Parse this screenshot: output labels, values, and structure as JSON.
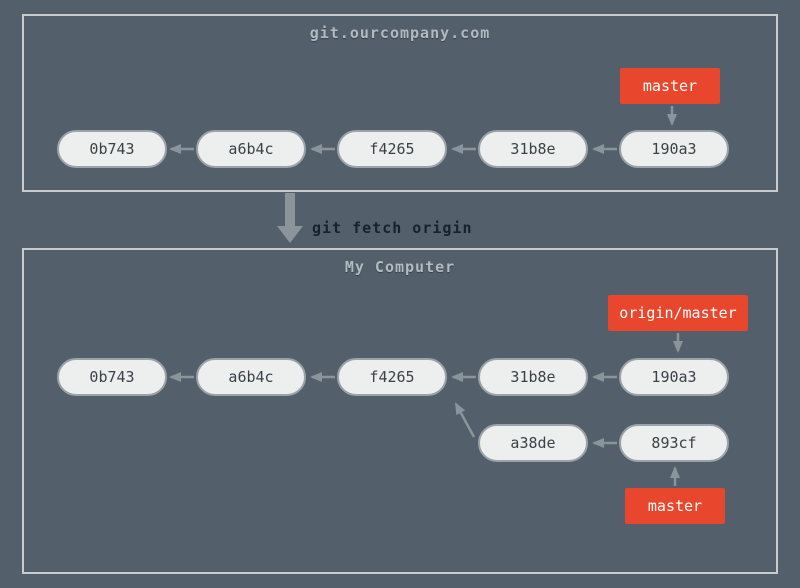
{
  "colors": {
    "background": "#53606C",
    "panel_border": "#C8CCCF",
    "commit_fill": "#EDEEEE",
    "commit_border": "#9BA2A8",
    "commit_text": "#3B4247",
    "branch_fill": "#E8472E",
    "branch_text": "#FFFFFF",
    "arrow": "#8B949B",
    "title_text": "#B3BAC0",
    "command_text": "#16232E"
  },
  "remote_panel": {
    "title": "git.ourcompany.com",
    "branch_label": "master",
    "commits": [
      {
        "id": "0b743"
      },
      {
        "id": "a6b4c"
      },
      {
        "id": "f4265"
      },
      {
        "id": "31b8e"
      },
      {
        "id": "190a3"
      }
    ]
  },
  "command": {
    "label": "git fetch origin"
  },
  "local_panel": {
    "title": "My Computer",
    "remote_tracking_label": "origin/master",
    "branch_label": "master",
    "main_commits": [
      {
        "id": "0b743"
      },
      {
        "id": "a6b4c"
      },
      {
        "id": "f4265"
      },
      {
        "id": "31b8e"
      },
      {
        "id": "190a3"
      }
    ],
    "feature_commits": [
      {
        "id": "a38de"
      },
      {
        "id": "893cf"
      }
    ]
  }
}
